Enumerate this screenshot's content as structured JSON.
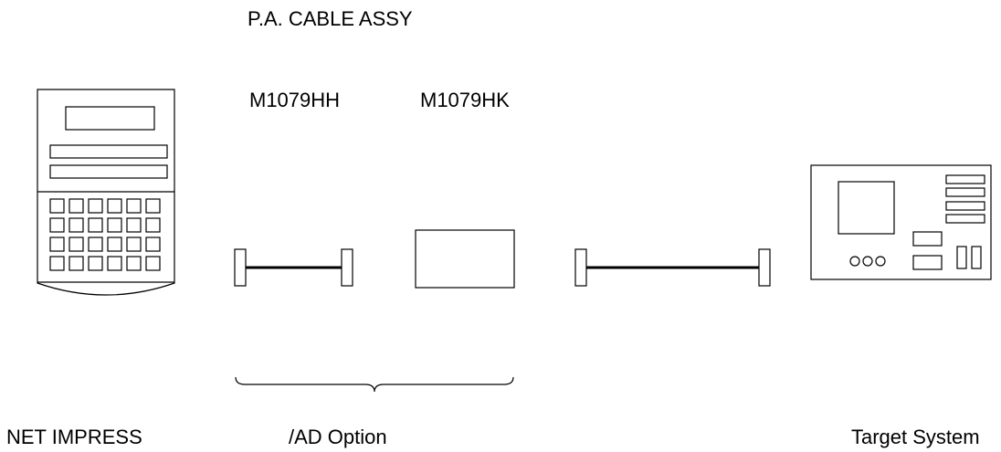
{
  "title": "P.A. CABLE ASSY",
  "parts": {
    "cable_left": "M1079HH",
    "cable_right": "M1079HK"
  },
  "captions": {
    "left": "NET IMPRESS",
    "center": "/AD Option",
    "right": "Target System"
  }
}
